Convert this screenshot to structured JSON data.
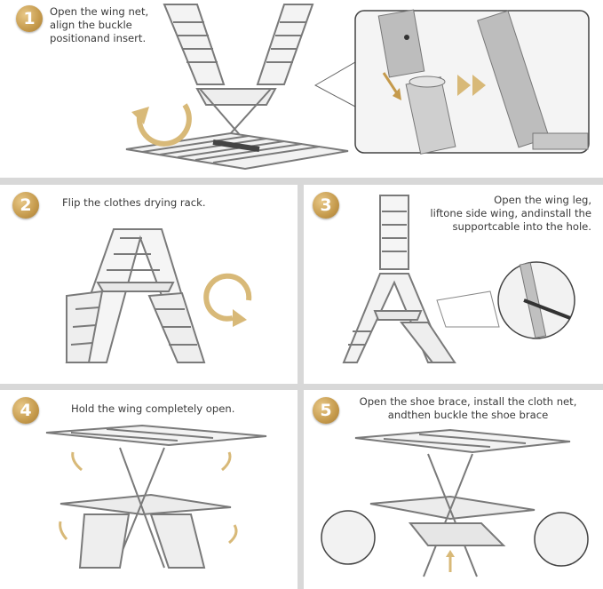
{
  "steps": [
    {
      "number": "1",
      "text_lines": [
        "Open the wing net,",
        "align the buckle",
        "positionand insert."
      ]
    },
    {
      "number": "2",
      "text_lines": [
        "Flip the clothes drying rack."
      ]
    },
    {
      "number": "3",
      "text_lines": [
        "Open the wing leg,",
        "liftone side wing, andinstall the",
        "supportcable into the hole."
      ]
    },
    {
      "number": "4",
      "text_lines": [
        "Hold the wing completely open."
      ]
    },
    {
      "number": "5",
      "text_lines": [
        "Open the shoe brace, install the cloth net,",
        "andthen buckle the shoe brace"
      ]
    }
  ],
  "colors": {
    "badge": "#c59a4c",
    "arrow": "#d8b978",
    "frame": "#8a8a8a",
    "divider": "#d8d8d8"
  },
  "icons": [
    "rotate-arrow-icon",
    "double-chevron-right-icon",
    "down-arrow-icon",
    "curved-arrow-icon",
    "up-arrow-icon"
  ]
}
